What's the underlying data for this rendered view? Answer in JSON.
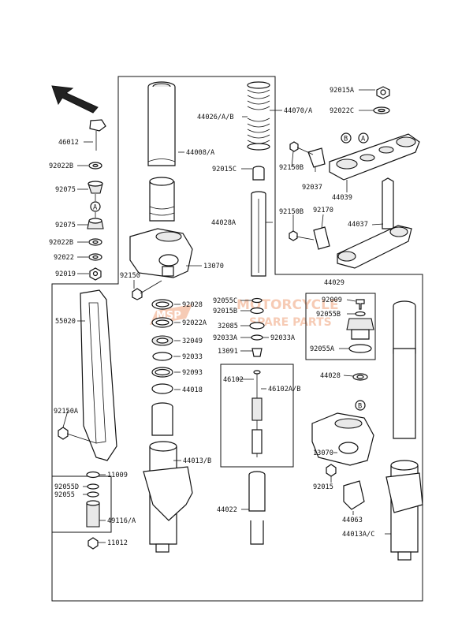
{
  "watermark": {
    "brand": "MOTORCYCLE",
    "sub": "SPARE PARTS",
    "logo": "MSP",
    "color": "#f0a27a"
  },
  "callouts": {
    "c1": "A",
    "c2": "B",
    "c3": "A",
    "c4": "B"
  },
  "labels": {
    "p46012": "46012",
    "p92022B_1": "92022B",
    "p92075_1": "92075",
    "p92075_2": "92075",
    "p92022B_2": "92022B",
    "p92022": "92022",
    "p92019": "92019",
    "p44026": "44026/A/B",
    "p44070": "44070/A",
    "p44008": "44008/A",
    "p92015C": "92015C",
    "p44028A": "44028A",
    "p13070_1": "13070",
    "p92150": "92150",
    "p92015A": "92015A",
    "p92022C": "92022C",
    "p92150B_1": "92150B",
    "p92037": "92037",
    "p44039": "44039",
    "p92150B_2": "92150B",
    "p92170": "92170",
    "p44037": "44037",
    "p44029": "44029",
    "p92009": "92009",
    "p92055B": "92055B",
    "p92055A": "92055A",
    "p44028": "44028",
    "p55020": "55020",
    "p92028": "92028",
    "p92022A": "92022A",
    "p32049": "32049",
    "p92033": "92033",
    "p92093": "92093",
    "p44018": "44018",
    "p92055C": "92055C",
    "p92015B": "92015B",
    "p32085": "32085",
    "p92033A_1": "92033A",
    "p92033A_2": "92033A",
    "p13091": "13091",
    "p46102": "46102",
    "p46102AB": "46102A/B",
    "p92150A": "92150A",
    "p44013B": "44013/B",
    "p11009": "11009",
    "p92055D": "92055D",
    "p92055": "92055",
    "p49116": "49116/A",
    "p11012": "11012",
    "p44022": "44022",
    "p13070_2": "13070",
    "p92015": "92015",
    "p44063": "44063",
    "p44013AC": "44013A/C"
  }
}
